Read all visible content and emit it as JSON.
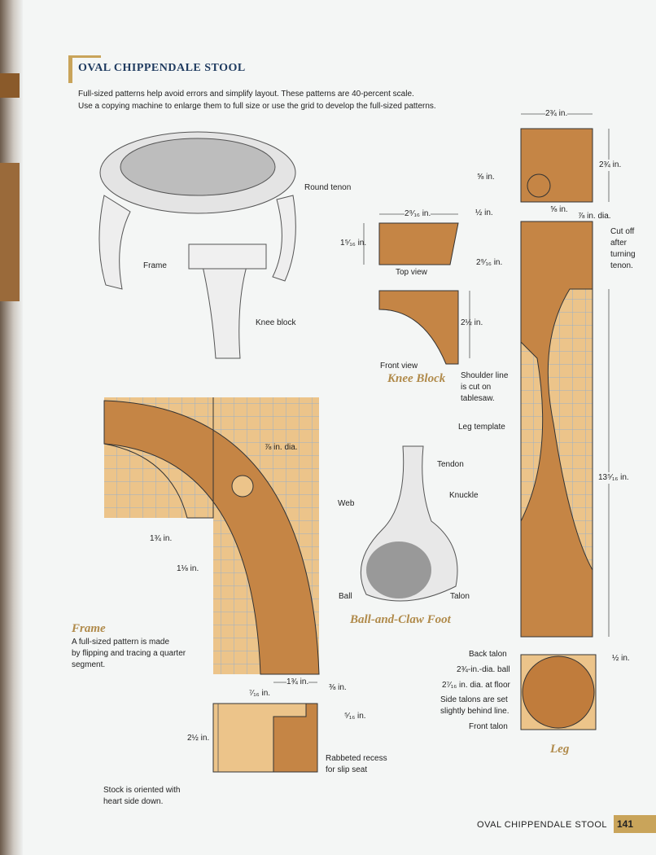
{
  "header": {
    "title": "OVAL CHIPPENDALE STOOL",
    "intro_1": "Full-sized patterns help avoid errors and simplify layout. These patterns are 40-percent scale.",
    "intro_2": "Use a copying machine to enlarge them to full size or use the grid to develop the full-sized patterns."
  },
  "stool": {
    "round_tenon": "Round tenon",
    "frame": "Frame",
    "knee_block": "Knee block"
  },
  "knee_block": {
    "caption": "Knee Block",
    "width": "2⁹⁄₁₆ in.",
    "depth": "1⁵⁄₁₆ in.",
    "top_view": "Top view",
    "height": "2½ in.",
    "front_view": "Front view",
    "shoulder_1": "Shoulder line",
    "shoulder_2": "is cut on",
    "shoulder_3": "tablesaw."
  },
  "leg": {
    "caption": "Leg",
    "width": "2¾ in.",
    "height": "2¾ in.",
    "offset_a": "⅝ in.",
    "offset_b": "½ in.",
    "offset_c": "⅝ in.",
    "tenon_dia": "⅞ in. dia.",
    "tenon_len": "2⁹⁄₁₆ in.",
    "cutoff_1": "Cut off",
    "cutoff_2": "after",
    "cutoff_3": "turning",
    "cutoff_4": "tenon.",
    "template": "Leg template",
    "length": "13⁵⁄₁₆ in.",
    "foot_offset": "½ in.",
    "back_talon": "Back talon",
    "ball": "2¾-in.-dia. ball",
    "floor": "2⁷⁄₁₆ in. dia. at floor",
    "side_1": "Side talons are set",
    "side_2": "slightly behind line.",
    "front_talon": "Front talon"
  },
  "foot": {
    "caption": "Ball-and-Claw Foot",
    "tendon": "Tendon",
    "knuckle": "Knuckle",
    "web": "Web",
    "ball": "Ball",
    "talon": "Talon"
  },
  "frame": {
    "caption": "Frame",
    "desc_1": "A full-sized pattern is made",
    "desc_2": "by flipping and tracing a quarter",
    "desc_3": "segment.",
    "hole": "⅞ in. dia.",
    "dim_a": "1¾ in.",
    "dim_b": "1⅛ in.",
    "profile_w": "1¾ in.",
    "profile_a": "⁷⁄₁₆ in.",
    "profile_b": "⅜ in.",
    "profile_c": "⁵⁄₁₆ in.",
    "profile_h": "2½ in.",
    "rabbet_1": "Rabbeted recess",
    "rabbet_2": "for slip seat",
    "stock_1": "Stock is oriented with",
    "stock_2": "heart side down."
  },
  "footer": {
    "label": "OVAL CHIPPENDALE STOOL",
    "page": "141"
  },
  "colors": {
    "wood": "#c08040",
    "wood_light": "#ecc48a",
    "accent": "#c9a45a",
    "title": "#1e3a5f"
  }
}
